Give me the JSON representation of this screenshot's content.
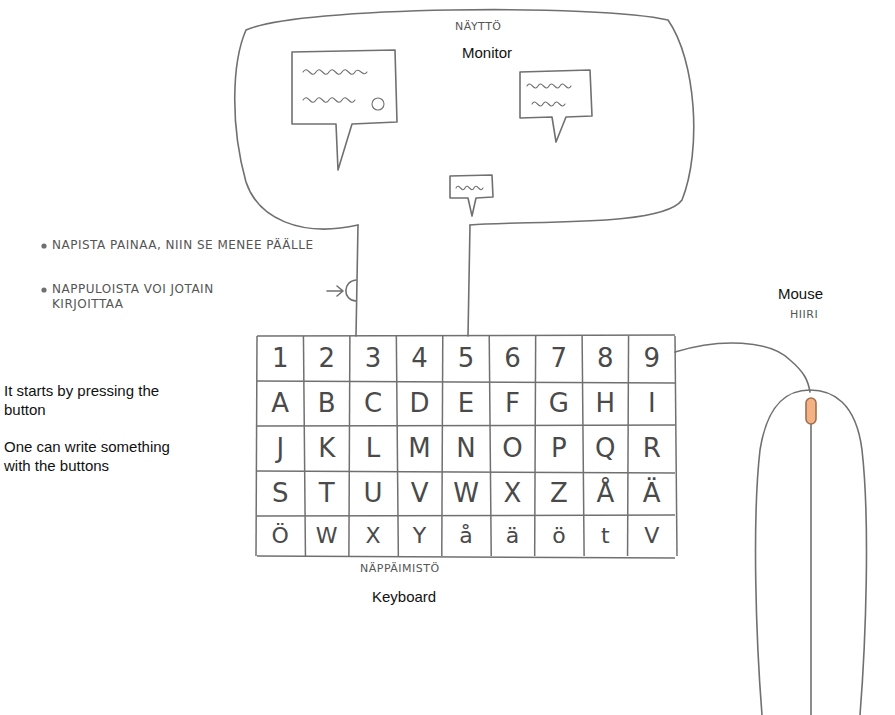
{
  "diagram": {
    "labels": [
      "NÄYTTÖ",
      "Monitor",
      "NAPISTA PAINAA, NIIN SE MENEE PÄÄLLE",
      "NAPPULOISTA VOI JOTAIN KIRJOITTAA",
      "It starts by pressing the button",
      "One can write something with the buttons",
      "1",
      "2",
      "3",
      "4",
      "5",
      "6",
      "7",
      "8",
      "9",
      "A",
      "B",
      "C",
      "D",
      "E",
      "F",
      "G",
      "H",
      "I",
      "J",
      "K",
      "L",
      "M",
      "N",
      "O",
      "P",
      "Q",
      "R",
      "S",
      "T",
      "U",
      "V",
      "W",
      "X",
      "Z",
      "Å",
      "Ä",
      "Ö",
      "W",
      "X",
      "Y",
      "å",
      "ä",
      "ö",
      "t",
      "V",
      "Mouse",
      "HIIRI",
      "NÄPPÄIMISTÖ",
      "Keyboard"
    ]
  }
}
